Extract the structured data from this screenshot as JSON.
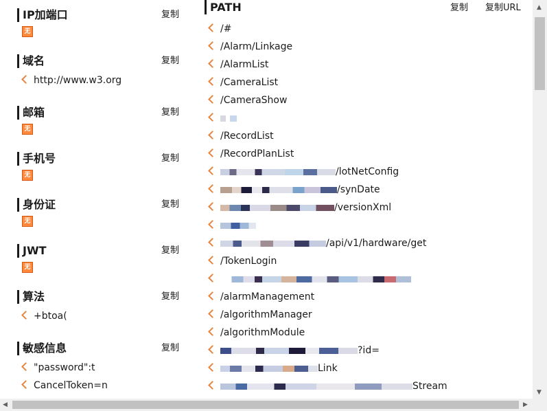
{
  "left": {
    "sections": [
      {
        "title": "IP加端口",
        "copy": "复制",
        "items": [],
        "empty": true,
        "empty_icon": "无"
      },
      {
        "title": "域名",
        "copy": "复制",
        "items": [
          "http://www.w3.org"
        ],
        "empty": false
      },
      {
        "title": "邮箱",
        "copy": "复制",
        "items": [],
        "empty": true,
        "empty_icon": "无"
      },
      {
        "title": "手机号",
        "copy": "复制",
        "items": [],
        "empty": true,
        "empty_icon": "无"
      },
      {
        "title": "身份证",
        "copy": "复制",
        "items": [],
        "empty": true,
        "empty_icon": "无"
      },
      {
        "title": "JWT",
        "copy": "复制",
        "items": [],
        "empty": true,
        "empty_icon": "无"
      },
      {
        "title": "算法",
        "copy": "复制",
        "items": [
          "+btoa("
        ],
        "empty": false
      },
      {
        "title": "敏感信息",
        "copy": "复制",
        "items": [
          "\"password\":t",
          "CancelToken=n"
        ],
        "empty": false
      }
    ]
  },
  "right": {
    "title": "PATH",
    "copy": "复制",
    "copy_url": "复制URL",
    "paths": [
      "/#",
      "/Alarm/Linkage",
      "/AlarmList",
      "/CameraList",
      "/CameraShow",
      "",
      "/RecordList",
      "/RecordPlanList",
      "/lotNetConfig",
      "/synDate",
      "/versionXml",
      "",
      "/api/v1/hardware/get",
      "/TokenLogin",
      "",
      "/alarmManagement",
      "/algorithmManager",
      "/algorithmModule",
      "?id=",
      "Link",
      "Stream"
    ]
  },
  "colors": {
    "accent": "#e8853f",
    "empty_icon_bg": "#ff8a3d"
  }
}
